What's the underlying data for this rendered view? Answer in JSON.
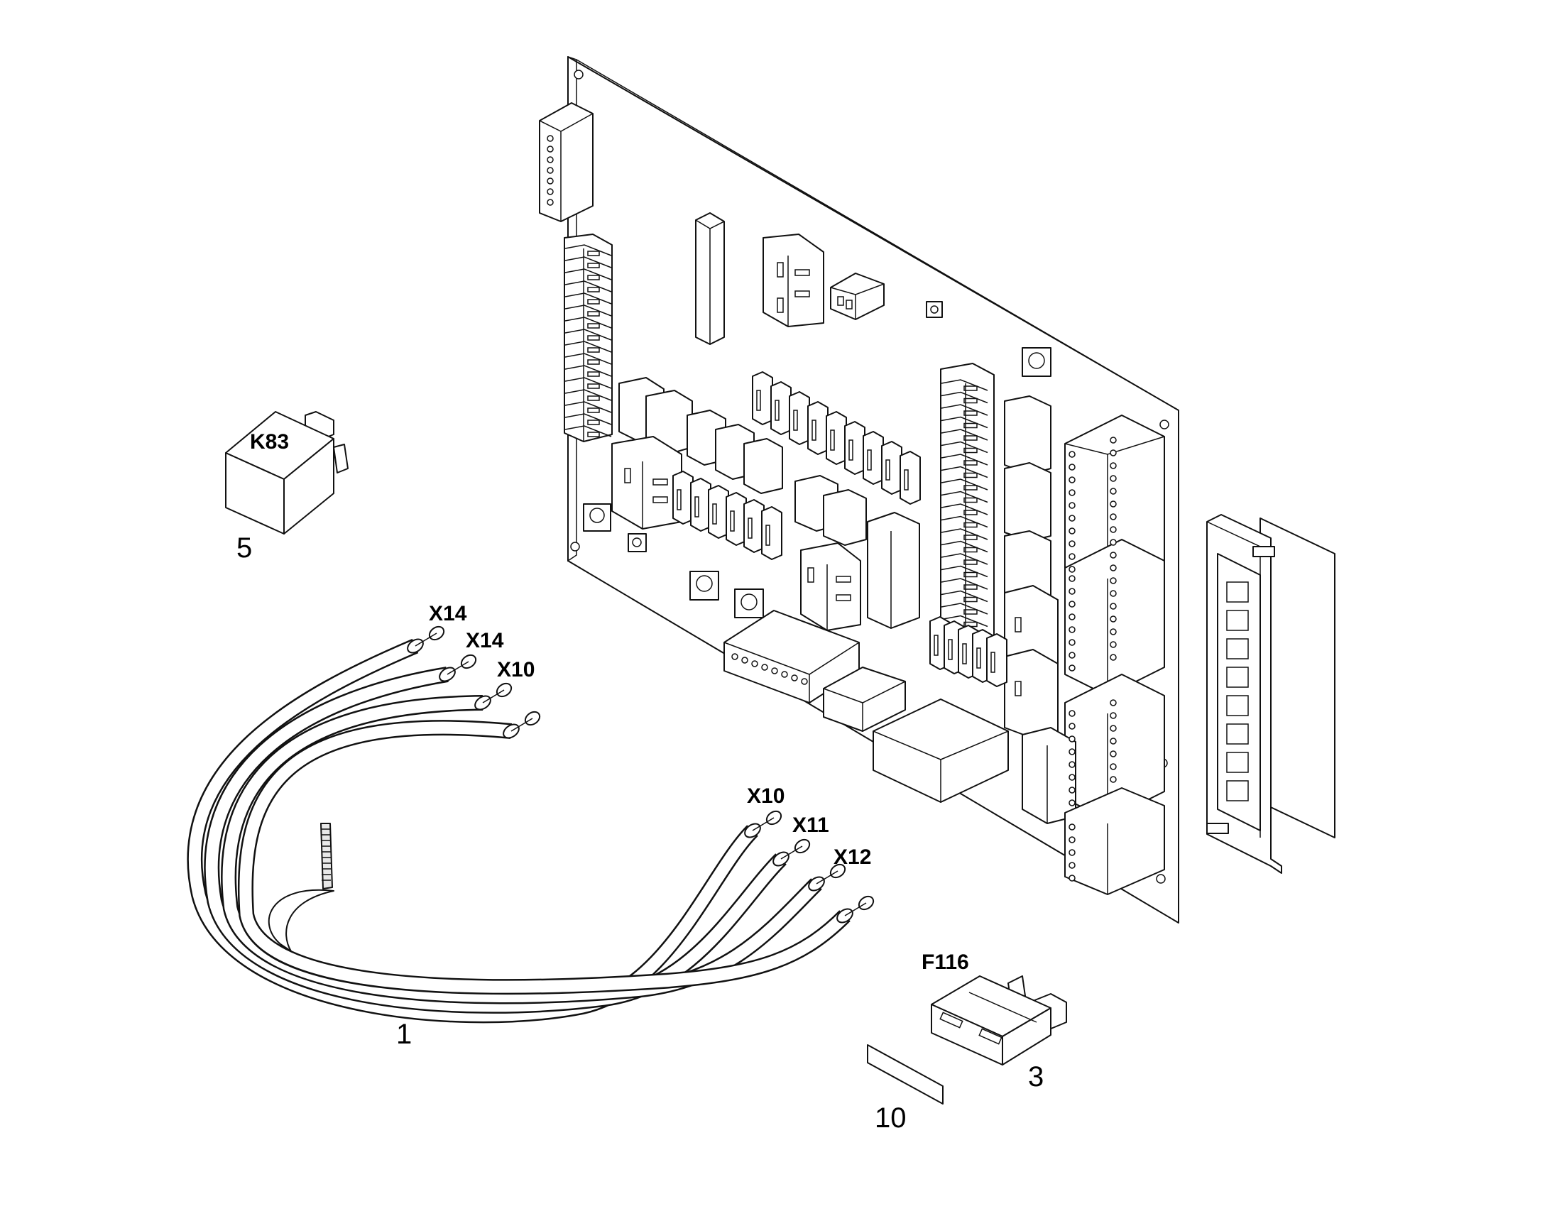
{
  "relay": {
    "code": "K83",
    "item_number": "5"
  },
  "harness": {
    "item_number": "1",
    "top_ends": [
      "X14",
      "X14",
      "X10"
    ],
    "bottom_ends": [
      "X10",
      "X11",
      "X12"
    ]
  },
  "fuse": {
    "code": "F116",
    "item_number": "3"
  },
  "label_strip": {
    "item_number": "10"
  },
  "colors": {
    "line": "#111111",
    "background": "#ffffff"
  }
}
